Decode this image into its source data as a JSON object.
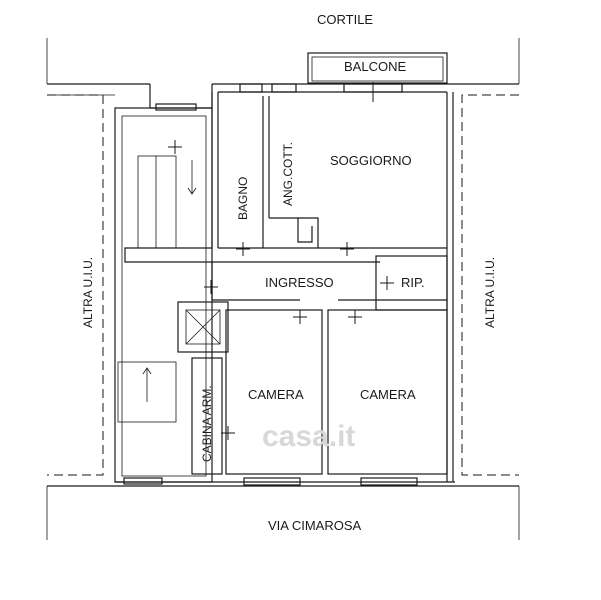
{
  "labels": {
    "cortile": "CORTILE",
    "balcone": "BALCONE",
    "soggiorno": "SOGGIORNO",
    "ang_cott": "ANG.COTT.",
    "bagno": "BAGNO",
    "ingresso": "INGRESSO",
    "rip": "RIP.",
    "camera_left": "CAMERA",
    "camera_right": "CAMERA",
    "cabina_arm": "CABINA ARM.",
    "altra_uiu_left": "ALTRA U.I.U.",
    "altra_uiu_right": "ALTRA U.I.U.",
    "via": "VIA CIMAROSA"
  },
  "watermark": {
    "text": "casa.it"
  }
}
